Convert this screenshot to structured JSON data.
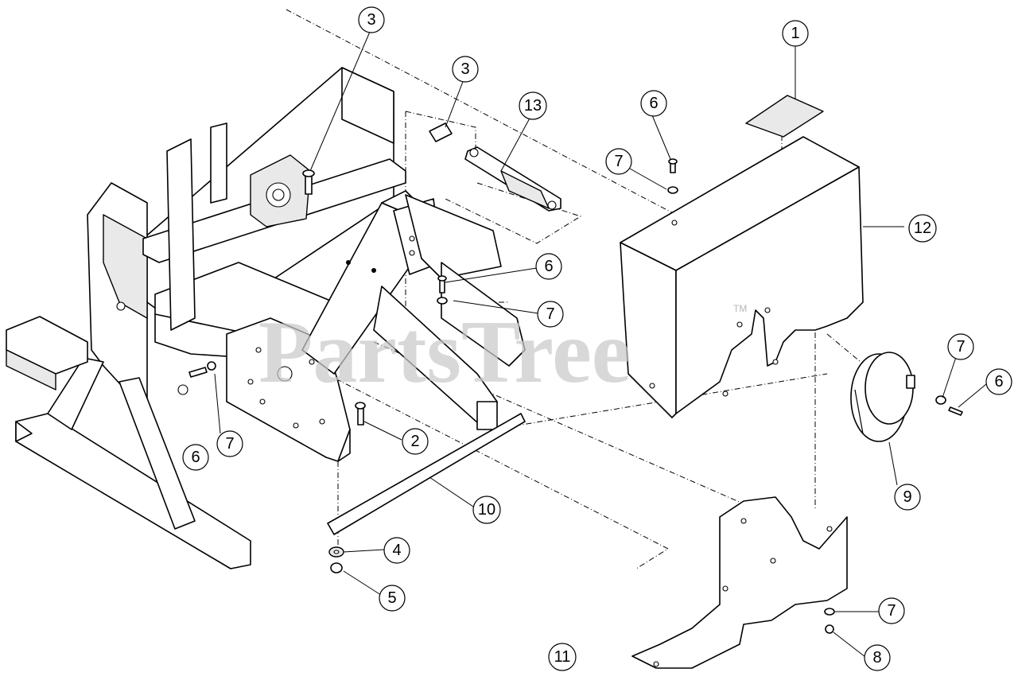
{
  "watermark": {
    "text": "PartsTree",
    "trademark": "TM"
  },
  "callouts": [
    {
      "id": "c-1",
      "label": "1"
    },
    {
      "id": "c-2",
      "label": "2"
    },
    {
      "id": "c-3a",
      "label": "3"
    },
    {
      "id": "c-3b",
      "label": "3"
    },
    {
      "id": "c-4",
      "label": "4"
    },
    {
      "id": "c-5",
      "label": "5"
    },
    {
      "id": "c-6a",
      "label": "6"
    },
    {
      "id": "c-6b",
      "label": "6"
    },
    {
      "id": "c-6c",
      "label": "6"
    },
    {
      "id": "c-6d",
      "label": "6"
    },
    {
      "id": "c-7a",
      "label": "7"
    },
    {
      "id": "c-7b",
      "label": "7"
    },
    {
      "id": "c-7c",
      "label": "7"
    },
    {
      "id": "c-7d",
      "label": "7"
    },
    {
      "id": "c-7e",
      "label": "7"
    },
    {
      "id": "c-8",
      "label": "8"
    },
    {
      "id": "c-9",
      "label": "9"
    },
    {
      "id": "c-10",
      "label": "10"
    },
    {
      "id": "c-11",
      "label": "11"
    },
    {
      "id": "c-12",
      "label": "12"
    },
    {
      "id": "c-13",
      "label": "13"
    }
  ]
}
